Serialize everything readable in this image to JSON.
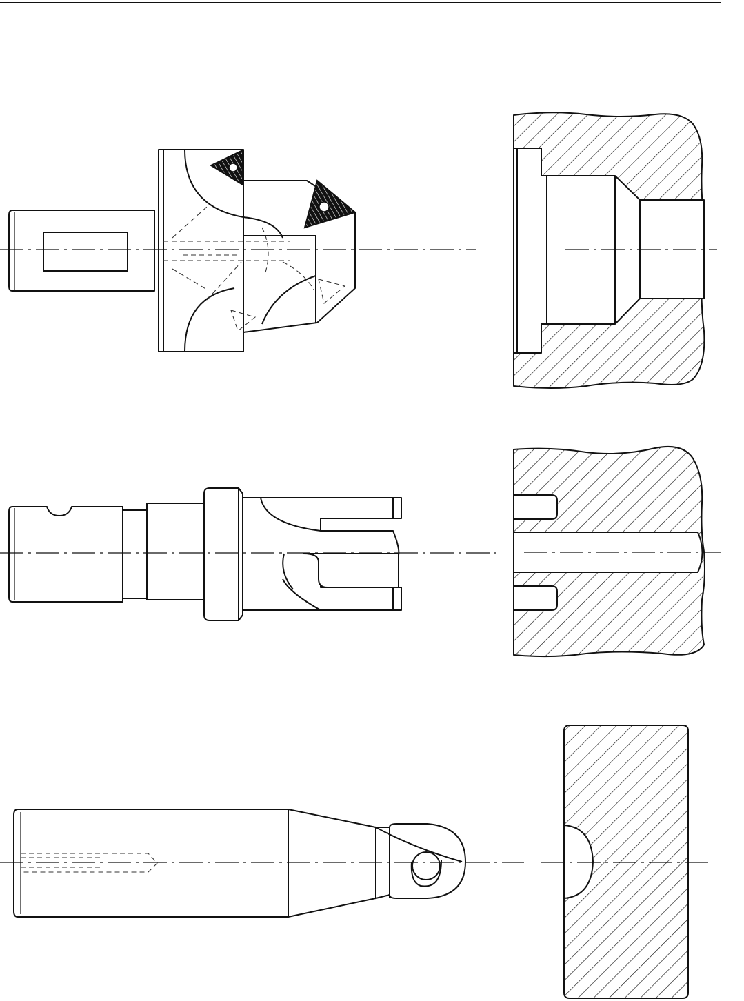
{
  "drawing": {
    "views": [
      {
        "id": "row-1-tool",
        "description": ""
      },
      {
        "id": "row-1-workpiece",
        "description": ""
      },
      {
        "id": "row-2-tool",
        "description": ""
      },
      {
        "id": "row-2-workpiece",
        "description": ""
      },
      {
        "id": "row-3-tool",
        "description": ""
      },
      {
        "id": "row-3-workpiece",
        "description": ""
      }
    ]
  },
  "colors": {
    "line": "#111111",
    "paper": "#ffffff"
  }
}
